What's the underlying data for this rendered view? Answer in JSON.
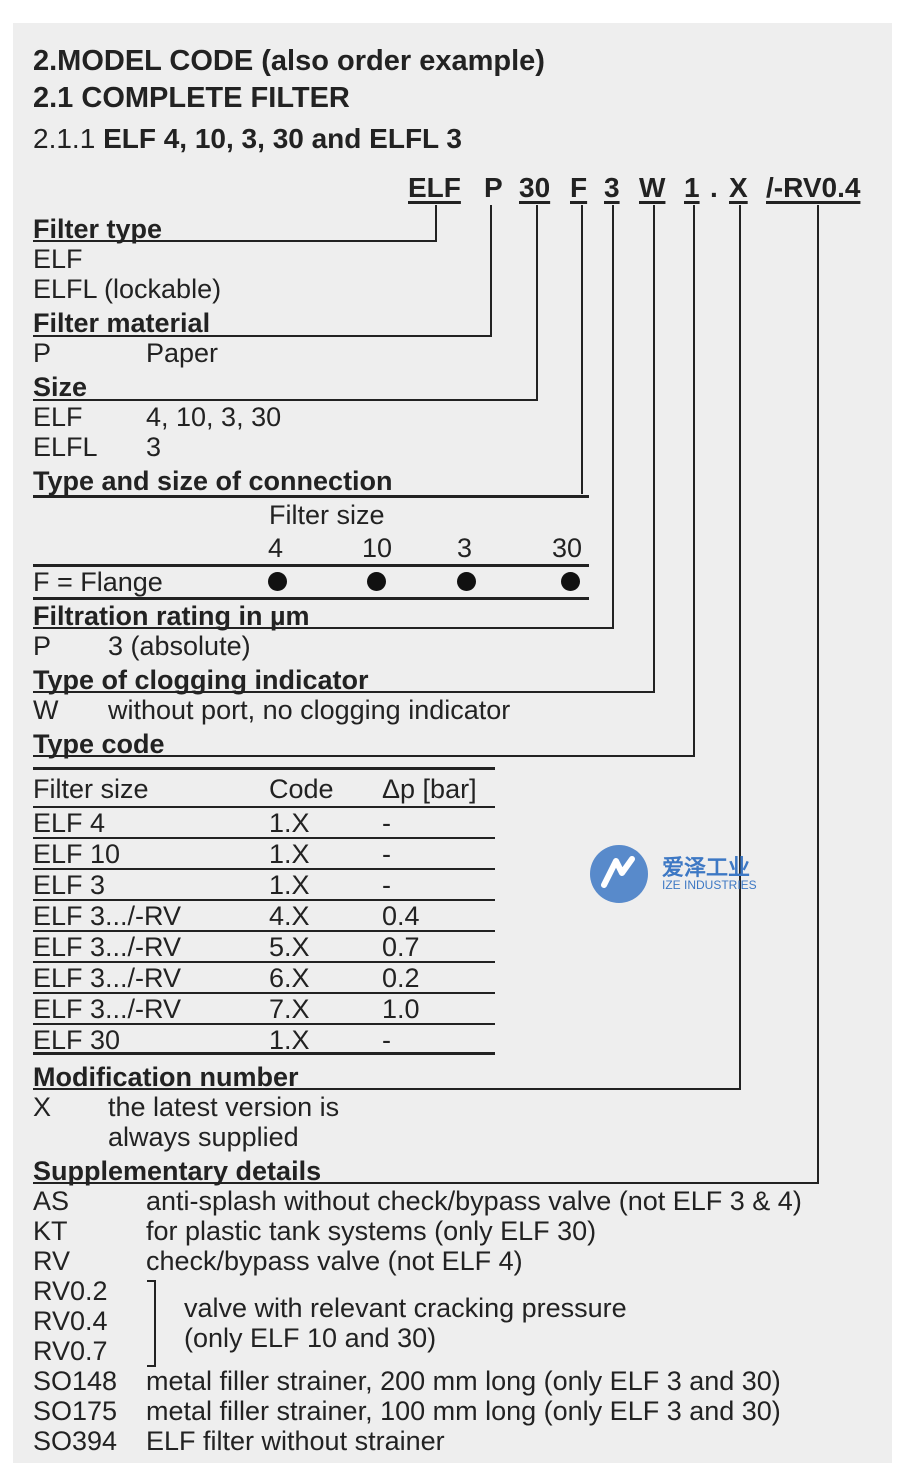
{
  "heading": {
    "line1": "2.MODEL CODE (also order example)",
    "line2": "2.1 COMPLETE FILTER",
    "line3_num": "2.1.1 ",
    "line3_bold": "ELF 4, 10, 3, 30 and ELFL 3"
  },
  "model_code": [
    "ELF",
    "P",
    "30",
    "F",
    "3",
    "W",
    "1",
    ".",
    "X",
    "/-RV0.4"
  ],
  "sections": {
    "filter_type": {
      "title": "Filter type",
      "items": [
        "ELF",
        "ELFL (lockable)"
      ]
    },
    "filter_material": {
      "title": "Filter material",
      "code": "P",
      "desc": "Paper"
    },
    "size": {
      "title": "Size",
      "rows": [
        {
          "code": "ELF",
          "desc": "4, 10, 3, 30"
        },
        {
          "code": "ELFL",
          "desc": "3"
        }
      ]
    },
    "connection": {
      "title": "Type and size of connection",
      "filter_size_label": "Filter size",
      "sizes": [
        "4",
        "10",
        "3",
        "30"
      ],
      "row_label": "F = Flange"
    },
    "filtration": {
      "title": "Filtration rating in µm",
      "code": "P",
      "desc": "3 (absolute)"
    },
    "clogging": {
      "title": "Type of clogging indicator",
      "code": "W",
      "desc": "without port, no clogging indicator"
    },
    "type_code": {
      "title": "Type code",
      "headers": [
        "Filter size",
        "Code",
        "Δp [bar]"
      ],
      "rows": [
        [
          "ELF 4",
          "1.X",
          "-"
        ],
        [
          "ELF 10",
          "1.X",
          "-"
        ],
        [
          "ELF 3",
          "1.X",
          "-"
        ],
        [
          "ELF 3.../-RV",
          "4.X",
          "0.4"
        ],
        [
          "ELF 3.../-RV",
          "5.X",
          "0.7"
        ],
        [
          "ELF 3.../-RV",
          "6.X",
          "0.2"
        ],
        [
          "ELF 3.../-RV",
          "7.X",
          "1.0"
        ],
        [
          "ELF 30",
          "1.X",
          "-"
        ]
      ]
    },
    "modification": {
      "title": "Modification number",
      "code": "X",
      "desc1": "the latest version is",
      "desc2": "always supplied"
    },
    "supplementary": {
      "title": "Supplementary details",
      "rows_top": [
        [
          "AS",
          "anti-splash without check/bypass valve (not ELF 3 & 4)"
        ],
        [
          "KT",
          "for plastic tank systems (only ELF 30)"
        ],
        [
          "RV",
          "check/bypass valve (not ELF 4)"
        ]
      ],
      "rv_codes": [
        "RV0.2",
        "RV0.4",
        "RV0.7"
      ],
      "rv_desc1": "valve with relevant cracking pressure",
      "rv_desc2": "(only ELF 10 and 30)",
      "rows_bottom": [
        [
          "SO148",
          "metal filler strainer, 200 mm long (only ELF 3 and 30)"
        ],
        [
          "SO175",
          "metal filler strainer, 100 mm long (only ELF 3 and 30)"
        ],
        [
          "SO394",
          "ELF filter without strainer"
        ]
      ]
    }
  },
  "watermark": {
    "name_cn": "爱泽工业",
    "name_en": "IZE INDUSTRIES",
    "color": "#3d78c4"
  }
}
